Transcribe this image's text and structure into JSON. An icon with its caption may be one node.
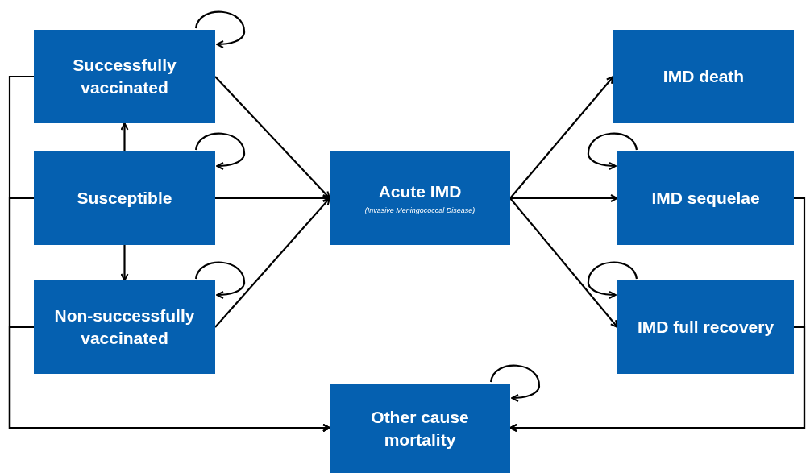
{
  "diagram": {
    "nodes": [
      {
        "text": [
          "Successfully vaccinated"
        ]
      },
      {
        "text": [
          "Susceptible"
        ]
      },
      {
        "text": [
          "Non-successfully vaccinated"
        ]
      },
      {
        "text": [
          "Acute IMD",
          "(Invasive Meningococcal Disease)"
        ]
      },
      {
        "text": [
          "IMD death"
        ]
      },
      {
        "text": [
          "IMD sequelae"
        ]
      },
      {
        "text": [
          "IMD full recovery"
        ]
      },
      {
        "text": [
          "Other cause mortality"
        ]
      }
    ],
    "edges": [
      {
        "from": 0,
        "to": 0,
        "arrow": "to"
      },
      {
        "from": 1,
        "to": 1,
        "arrow": "to"
      },
      {
        "from": 2,
        "to": 2,
        "arrow": "to"
      },
      {
        "from": 5,
        "to": 5,
        "arrow": "to"
      },
      {
        "from": 6,
        "to": 6,
        "arrow": "to"
      },
      {
        "from": 7,
        "to": 7,
        "arrow": "to"
      },
      {
        "from": 1,
        "to": 0,
        "arrow": "to"
      },
      {
        "from": 1,
        "to": 2,
        "arrow": "to"
      },
      {
        "from": 0,
        "to": 3,
        "arrow": "to"
      },
      {
        "from": 1,
        "to": 3,
        "arrow": "to"
      },
      {
        "from": 2,
        "to": 3,
        "arrow": "to"
      },
      {
        "from": 3,
        "to": 4,
        "arrow": "to"
      },
      {
        "from": 3,
        "to": 5,
        "arrow": "to"
      },
      {
        "from": 3,
        "to": 6,
        "arrow": "to"
      },
      {
        "from": 0,
        "to": 7,
        "arrow": "to"
      },
      {
        "from": 1,
        "to": 7,
        "arrow": "to"
      },
      {
        "from": 2,
        "to": 7,
        "arrow": "to"
      },
      {
        "from": 5,
        "to": 7,
        "arrow": "to"
      },
      {
        "from": 6,
        "to": 7,
        "arrow": "to"
      }
    ]
  }
}
